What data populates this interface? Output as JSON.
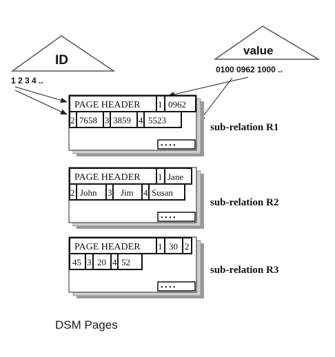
{
  "id_index": {
    "label": "ID",
    "keys": "1 2 3 4 .."
  },
  "value_index": {
    "label": "value",
    "keys": "0100  0962  1000 .."
  },
  "pages": [
    {
      "header": "PAGE HEADER",
      "header_cells": [
        "1",
        "0962"
      ],
      "row2": [
        "2",
        "7658",
        "3",
        "3859",
        "4",
        "5523"
      ],
      "relation": "sub-relation R1",
      "footer": "• • • •"
    },
    {
      "header": "PAGE HEADER",
      "header_cells": [
        "1",
        "Jane"
      ],
      "row2": [
        "2",
        "John",
        "3",
        "Jim",
        "4",
        "Susan"
      ],
      "relation": "sub-relation R2",
      "footer": "• • • •"
    },
    {
      "header": "PAGE HEADER",
      "header_cells": [
        "1",
        "30",
        "2"
      ],
      "row2": [
        "45",
        "3",
        "20",
        "4",
        "52"
      ],
      "relation": "sub-relation R3",
      "footer": "• • • •"
    }
  ],
  "caption": "DSM Pages"
}
